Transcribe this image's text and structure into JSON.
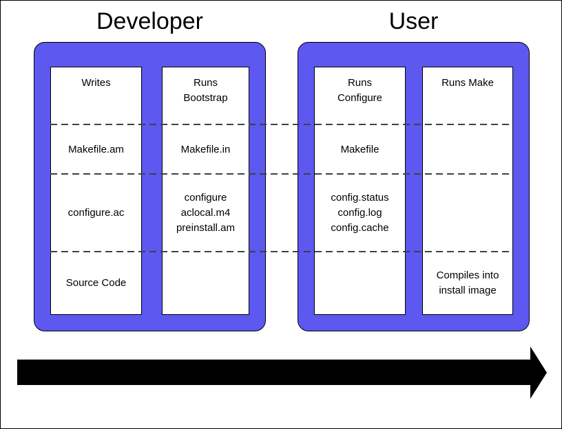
{
  "diagram": {
    "developer": {
      "title": "Developer",
      "columns": [
        {
          "role": "writes",
          "cells": [
            "Writes",
            "Makefile.am",
            "configure.ac",
            "Source Code"
          ]
        },
        {
          "role": "runs-bootstrap",
          "cells": [
            "Runs\nBootstrap",
            "Makefile.in",
            "configure\naclocal.m4\npreinstall.am",
            ""
          ]
        }
      ]
    },
    "user": {
      "title": "User",
      "columns": [
        {
          "role": "runs-configure",
          "cells": [
            "Runs\nConfigure",
            "Makefile",
            "config.status\nconfig.log\nconfig.cache",
            ""
          ]
        },
        {
          "role": "runs-make",
          "cells": [
            "Runs Make",
            "",
            "",
            "Compiles into\ninstall image"
          ]
        }
      ]
    },
    "arrow": {
      "direction": "right"
    },
    "colors": {
      "panel": "#5c58f0",
      "panel_border": "#000000",
      "column_bg": "#ffffff",
      "dashed_line": "#404040",
      "arrow": "#000000",
      "background": "#ffffff"
    }
  }
}
